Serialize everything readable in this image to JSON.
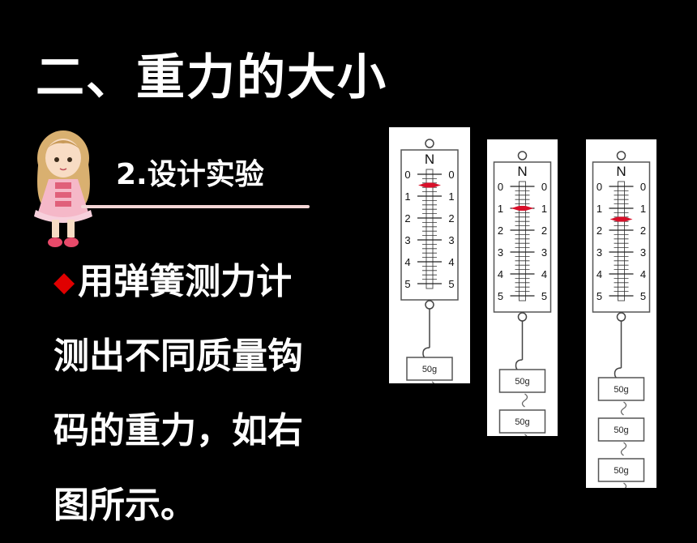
{
  "slide": {
    "title": "二、重力的大小",
    "subtitle": "2.设计实验",
    "bullet_text_line1": "用弹簧测力计",
    "body_lines": [
      "测出不同质量钩",
      "码的重力，如右",
      "图所示。"
    ],
    "bullet_color": "#e00000",
    "text_color": "#ffffff",
    "background": "#000000"
  },
  "scales": [
    {
      "top_label": "N",
      "scale_marks": [
        "0",
        "1",
        "2",
        "3",
        "4",
        "5"
      ],
      "reading_N": 0.5,
      "weight_labels": [
        "50g"
      ]
    },
    {
      "top_label": "N",
      "scale_marks": [
        "0",
        "1",
        "2",
        "3",
        "4",
        "5"
      ],
      "reading_N": 1.0,
      "weight_labels": [
        "50g",
        "50g"
      ]
    },
    {
      "top_label": "N",
      "scale_marks": [
        "0",
        "1",
        "2",
        "3",
        "4",
        "5"
      ],
      "reading_N": 1.5,
      "weight_labels": [
        "50g",
        "50g",
        "50g"
      ]
    }
  ]
}
